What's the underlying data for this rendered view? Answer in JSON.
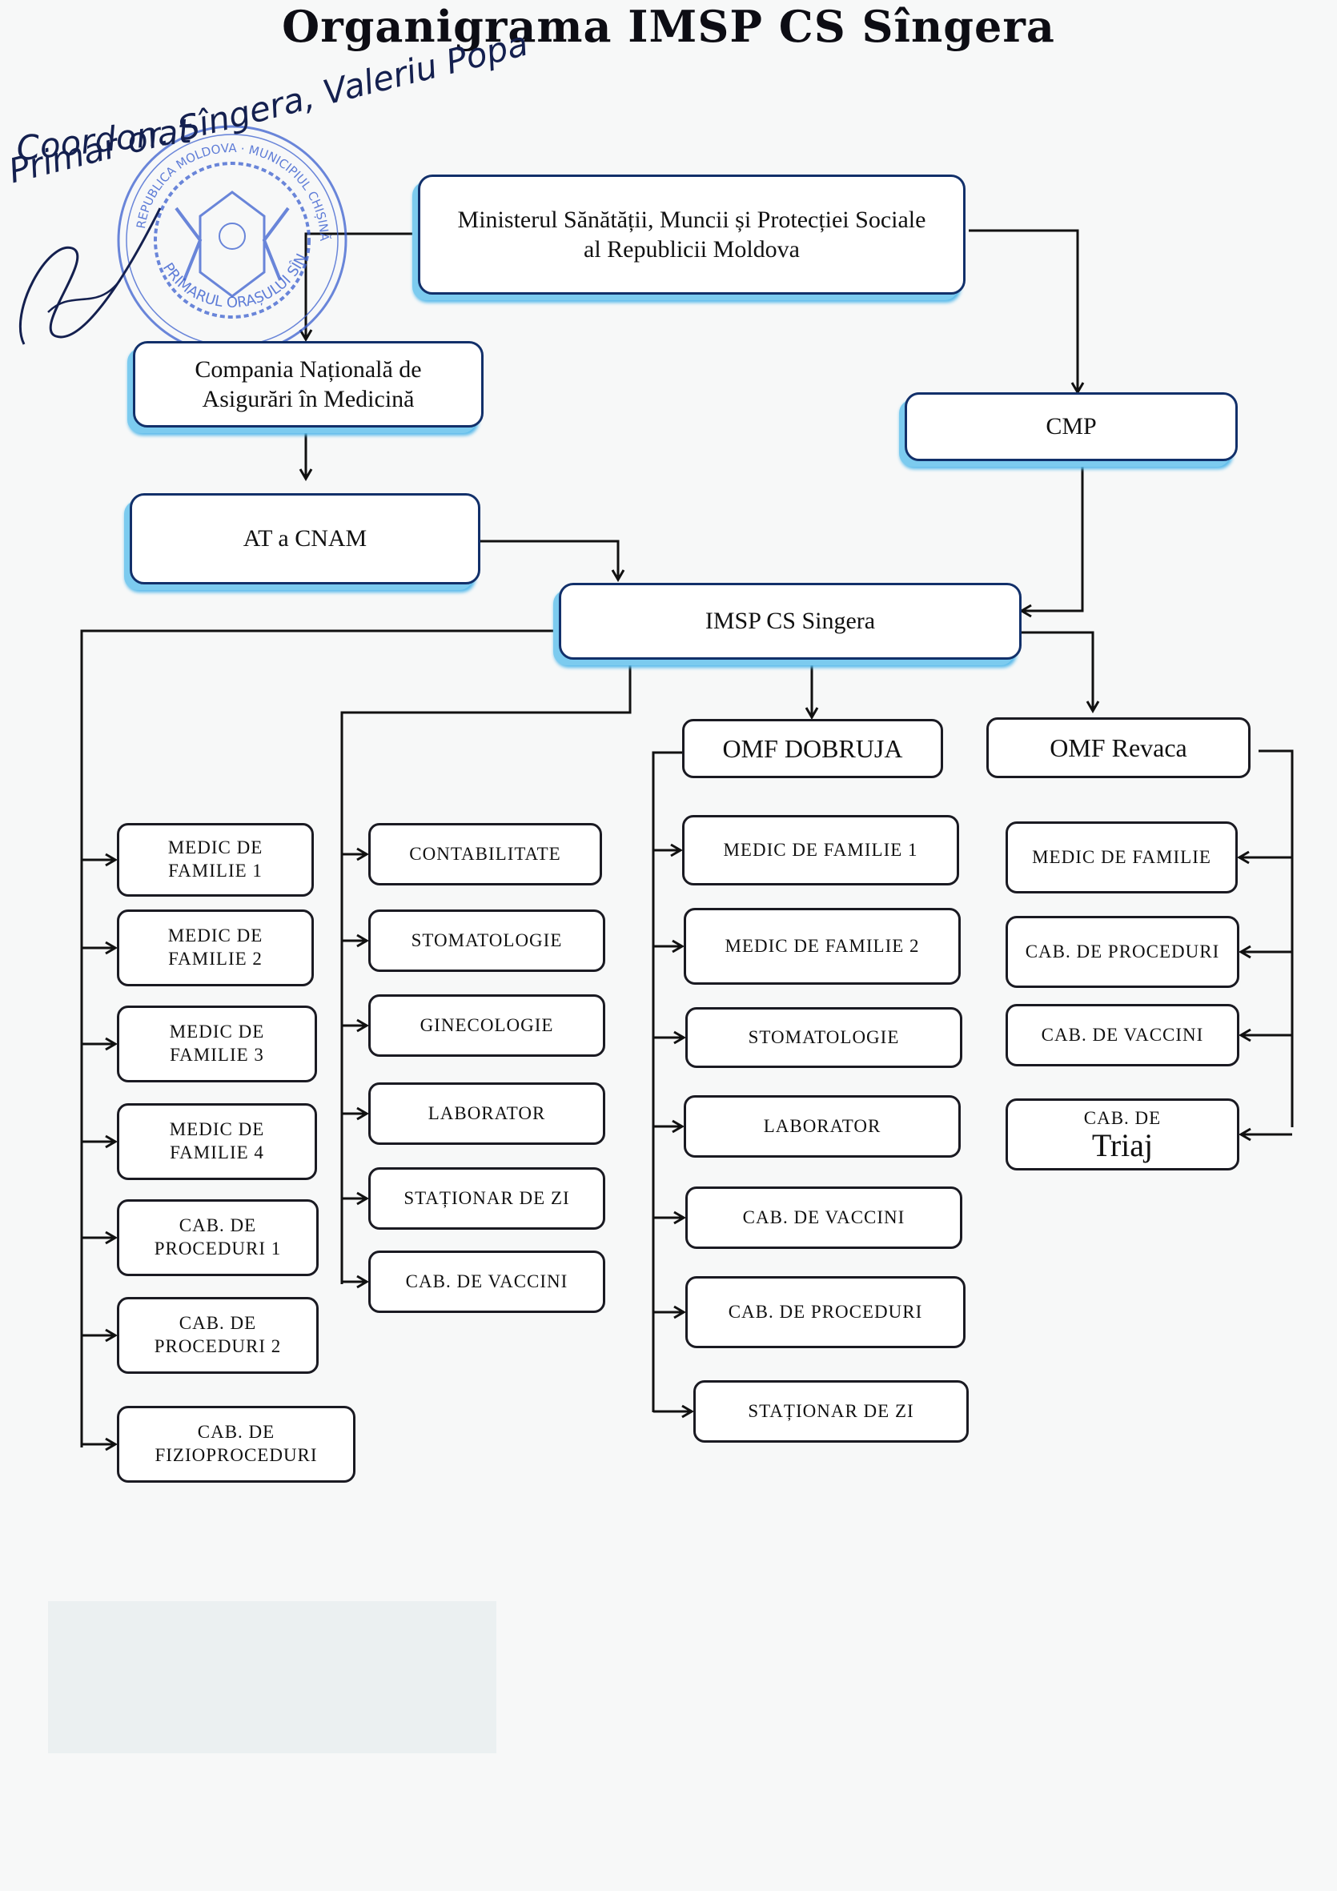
{
  "title": "Organigrama IMSP CS Sîngera",
  "approval": {
    "line1": "Coordonat",
    "line2": "Primar or. Sîngera, Valeriu Popa",
    "stamp_top_text": "REPUBLICA MOLDOVA · MUNICIPIUL CHIȘINĂU",
    "stamp_bottom_text": "PRIMARUL ORAȘULUI SÎNGERA"
  },
  "colors": {
    "box_border": "#1a1a22",
    "accent_shadow": "#56b9ea",
    "ink": "#111111",
    "stamp_ink": "#2a4fbf"
  },
  "nodes": {
    "ministry": "Ministerul Sănătății, Muncii și Protecției Sociale al Republicii Moldova",
    "cnam": "Compania Națională de Asigurări în Medicină",
    "at_cnam": "AT a CNAM",
    "cmp": "CMP",
    "imsp": "IMSP CS Singera",
    "omf_dobruja": "OMF DOBRUJA",
    "omf_revaca": "OMF Revaca"
  },
  "columns": {
    "main_left": [
      "MEDIC DE FAMILIE 1",
      "MEDIC DE FAMILIE 2",
      "MEDIC DE FAMILIE 3",
      "MEDIC DE FAMILIE 4",
      "CAB. DE PROCEDURI 1",
      "CAB. DE PROCEDURI 2",
      "CAB. DE FIZIOPROCEDURI"
    ],
    "main_services": [
      "CONTABILITATE",
      "STOMATOLOGIE",
      "GINECOLOGIE",
      "LABORATOR",
      "STAȚIONAR DE ZI",
      "CAB. DE VACCINI"
    ],
    "dobruja": [
      "MEDIC DE FAMILIE 1",
      "MEDIC DE FAMILIE 2",
      "STOMATOLOGIE",
      "LABORATOR",
      "CAB. DE VACCINI",
      "CAB. DE PROCEDURI",
      "STAȚIONAR DE ZI"
    ],
    "revaca": [
      "MEDIC DE FAMILIE",
      "CAB. DE PROCEDURI",
      "CAB. DE VACCINI",
      "CAB. DE Triaj"
    ]
  },
  "revaca_triaj": {
    "line1": "CAB. DE",
    "line2": "Triaj"
  },
  "icons": {
    "connector": "arrow-icon",
    "stamp": "seal-stamp-icon"
  }
}
